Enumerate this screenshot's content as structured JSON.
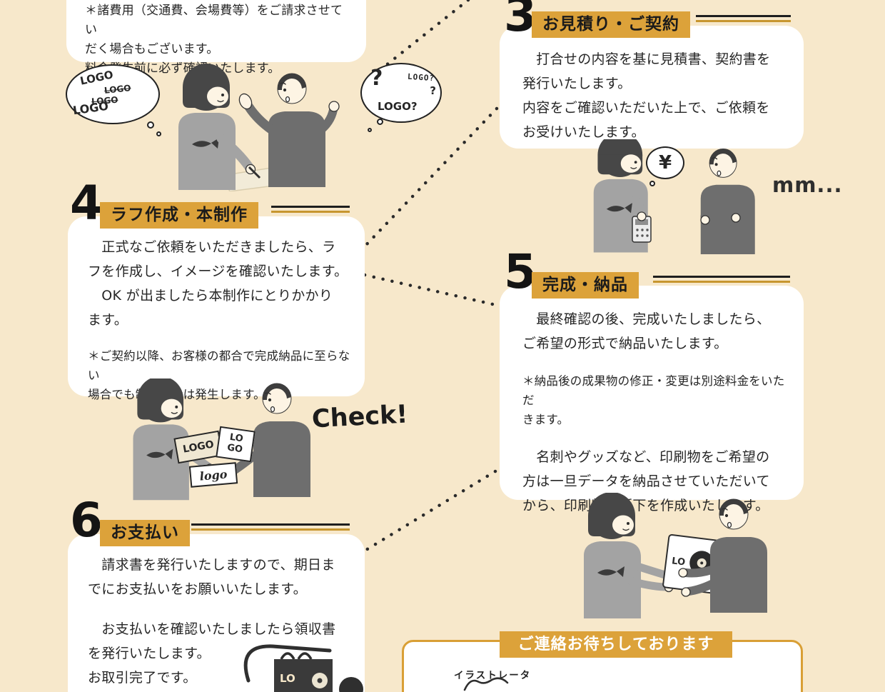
{
  "colors": {
    "background": "#f7e8cb",
    "accent_orange": "#dca23a",
    "ink": "#262626",
    "rule_dark": "#1e1e1e",
    "rule_orange": "#c7962f"
  },
  "step2": {
    "note": "＊諸費用（交通費、会場費等）をご請求させてい\nだく場合もございます。\n料金発生前に必ず確認いたします。",
    "thought_logos": [
      "LOGO",
      "LOGO",
      "LOGO",
      "LOGO"
    ],
    "question": {
      "q1": "?",
      "pixel": "LOGO?",
      "q2": "?",
      "plain": "LOGO?"
    }
  },
  "step3": {
    "number": "3",
    "title": "お見積り・ご契約",
    "body": "　打合せの内容を基に見積書、契約書を\n発行いたします。\n内容をご確認いただいた上で、ご依頼を\nお受けいたします。",
    "yen": "¥",
    "murmur": "mm..."
  },
  "step4": {
    "number": "4",
    "title": "ラフ作成・本制作",
    "body": "　正式なご依頼をいただきましたら、ラ\nフを作成し、イメージを確認いたします。\n　OK が出ましたら本制作にとりかかり\nます。",
    "note": "＊ご契約以降、お客様の都合で完成納品に至らない\n場合でも制作料金は発生します。",
    "check": "Check!",
    "cards": [
      "LOGO",
      "LO\nGO",
      "logo"
    ]
  },
  "step5": {
    "number": "5",
    "title": "完成・納品",
    "body": "　最終確認の後、完成いたしましたら、\nご希望の形式で納品いたします。",
    "note": "＊納品後の成果物の修正・変更は別途料金をいただ\nきます。",
    "body2": "　名刺やグッズなど、印刷物をご希望の\n方は一旦データを納品させていただいて\nから、印刷物の版下を作成いたします。",
    "sheet_label": "LO"
  },
  "step6": {
    "number": "6",
    "title": "お支払い",
    "body": "　請求書を発行いたしますので、期日ま\nでにお支払いをお願いいたします。",
    "body2": "　お支払いを確認いたしましたら領収書\nを発行いたします。\nお取引完了です。",
    "bag_label": "LO"
  },
  "contact": {
    "title": "ご連絡お待ちしております",
    "label": "イラストレータ"
  }
}
